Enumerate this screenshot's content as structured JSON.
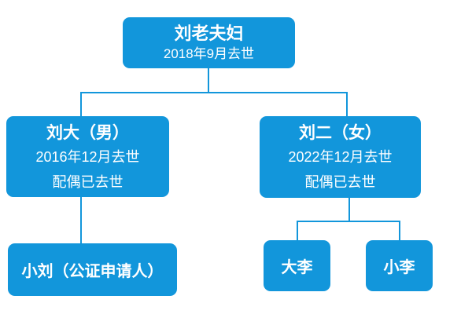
{
  "diagram": {
    "type": "family-tree",
    "accent_color": "#1296db",
    "node_text_color": "#ffffff",
    "background_color": "#ffffff",
    "nodes": {
      "grandparents": {
        "name": "刘老夫妇",
        "note": "2018年9月去世"
      },
      "son": {
        "name": "刘大（男）",
        "death": "2016年12月去世",
        "spouse": "配偶已去世"
      },
      "daughter": {
        "name": "刘二（女）",
        "death": "2022年12月去世",
        "spouse": "配偶已去世"
      },
      "applicant": {
        "name": "小刘（公证申请人）"
      },
      "grandchild_dali": {
        "name": "大李"
      },
      "grandchild_xiaoli": {
        "name": "小李"
      }
    }
  }
}
